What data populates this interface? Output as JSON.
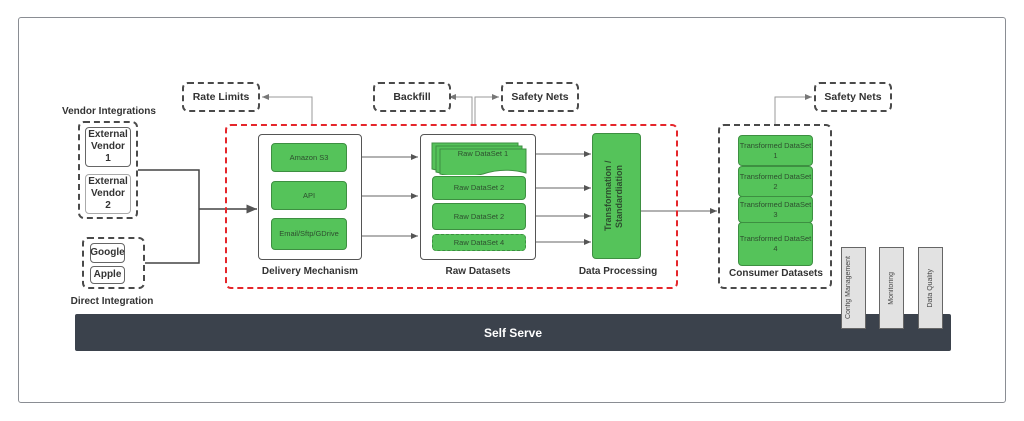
{
  "diagram": {
    "callouts": {
      "rate_limits": "Rate Limits",
      "backfill": "Backfill",
      "safety_nets_raw": "Safety Nets",
      "safety_nets_consumer": "Safety Nets"
    },
    "sources": {
      "vendor_group_label": "Vendor Integrations",
      "vendors": [
        "External\nVendor\n1",
        "External\nVendor\n2"
      ],
      "direct_group_label": "Direct Integration",
      "direct": [
        "Google",
        "Apple"
      ]
    },
    "delivery": {
      "label": "Delivery Mechanism",
      "items": [
        "Amazon S3",
        "API",
        "Email/Sftp/GDrive"
      ]
    },
    "raw": {
      "label": "Raw Datasets",
      "items": [
        "Raw DataSet 1",
        "Raw DataSet 2",
        "Raw DataSet 2",
        "Raw DataSet 4"
      ]
    },
    "processing": {
      "label": "Data Processing",
      "block": "Transformation / Standardiation"
    },
    "consumer": {
      "label": "Consumer Datasets",
      "items": [
        "Transformed DataSet 1",
        "Transformed DataSet 2",
        "Transformed DataSet 3",
        "Transformed DataSet 4"
      ]
    },
    "pillars": [
      "Config Management",
      "Monitoring",
      "Data Quality"
    ],
    "platform": "Self Serve",
    "colors": {
      "accent_red": "#e5262b",
      "green": "#55c35a",
      "platform": "#3b424c"
    }
  }
}
